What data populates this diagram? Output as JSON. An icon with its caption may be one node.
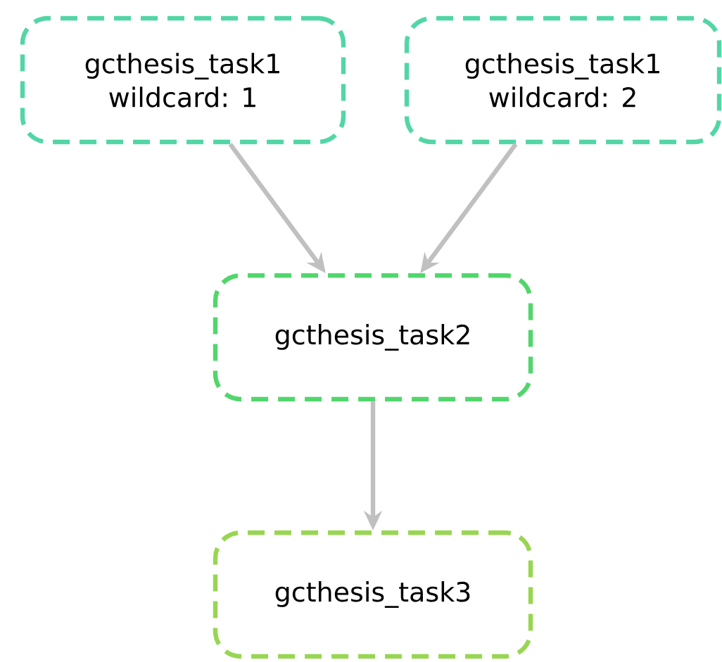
{
  "diagram": {
    "nodes": [
      {
        "text": [
          "gcthesis_task1",
          "wildcard: 1"
        ]
      },
      {
        "text": [
          "gcthesis_task1",
          "wildcard: 2"
        ]
      },
      {
        "text": [
          "gcthesis_task2"
        ]
      },
      {
        "text": [
          "gcthesis_task3"
        ]
      }
    ],
    "edges": [
      {
        "from": 0,
        "to": 2,
        "arrow": "to"
      },
      {
        "from": 1,
        "to": 2,
        "arrow": "to"
      },
      {
        "from": 2,
        "to": 3,
        "arrow": "to"
      }
    ]
  }
}
